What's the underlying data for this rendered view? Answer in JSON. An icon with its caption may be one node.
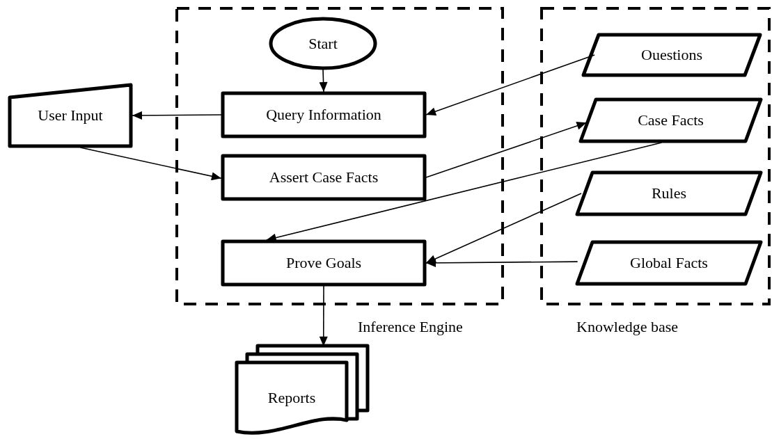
{
  "diagram": {
    "nodes": [
      {
        "text": [
          "Inference Engine"
        ]
      },
      {
        "text": [
          "Knowledge base"
        ]
      },
      {
        "text": [
          "Start"
        ],
        "in": 0
      },
      {
        "text": [
          "Query Information"
        ],
        "in": 0
      },
      {
        "text": [
          "Assert Case Facts"
        ],
        "in": 0
      },
      {
        "text": [
          "Prove Goals"
        ],
        "in": 0
      },
      {
        "text": [
          "User Input"
        ]
      },
      {
        "text": [
          "Ouestions"
        ],
        "in": 1
      },
      {
        "text": [
          "Case Facts"
        ],
        "in": 1
      },
      {
        "text": [
          "Rules"
        ],
        "in": 1
      },
      {
        "text": [
          "Global Facts"
        ],
        "in": 1
      },
      {
        "text": [
          "Reports"
        ]
      }
    ],
    "edges": [
      {
        "from": 2,
        "to": 3,
        "arrow": "to"
      },
      {
        "from": 3,
        "to": 6,
        "arrow": "to"
      },
      {
        "from": 6,
        "to": 4,
        "arrow": "to"
      },
      {
        "from": 7,
        "to": 3,
        "arrow": "to"
      },
      {
        "from": 4,
        "to": 8,
        "arrow": "to"
      },
      {
        "from": 8,
        "to": 5,
        "arrow": "to"
      },
      {
        "from": 9,
        "to": 5,
        "arrow": "to"
      },
      {
        "from": 10,
        "to": 5,
        "arrow": "to"
      },
      {
        "from": 5,
        "to": 11,
        "arrow": "to"
      }
    ]
  }
}
